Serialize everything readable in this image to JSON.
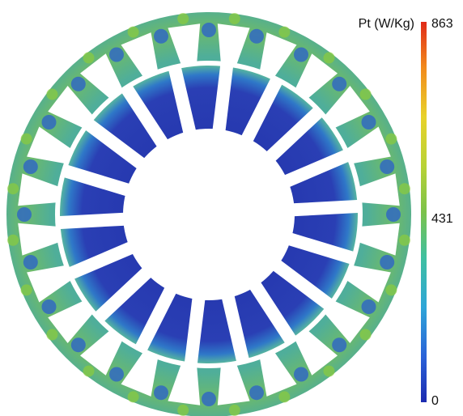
{
  "legend": {
    "title": "Pt (W/Kg)",
    "max_label": "863",
    "mid_label": "431",
    "min_label": "0",
    "min_value": 0,
    "max_value": 863,
    "colormap": [
      "#1c2bb0",
      "#2a62d8",
      "#2ea6d8",
      "#3fc0a0",
      "#7cc24a",
      "#b8d236",
      "#e8d22a",
      "#f28a1c",
      "#e02a18"
    ]
  },
  "figure": {
    "stator_slots": 24,
    "rotor_slots": 18,
    "stator_color": "#4fae9a",
    "rotor_color": "#2a36a6",
    "low_loss_color": "#2233a8",
    "high_loss_color": "#8ccc3c"
  }
}
